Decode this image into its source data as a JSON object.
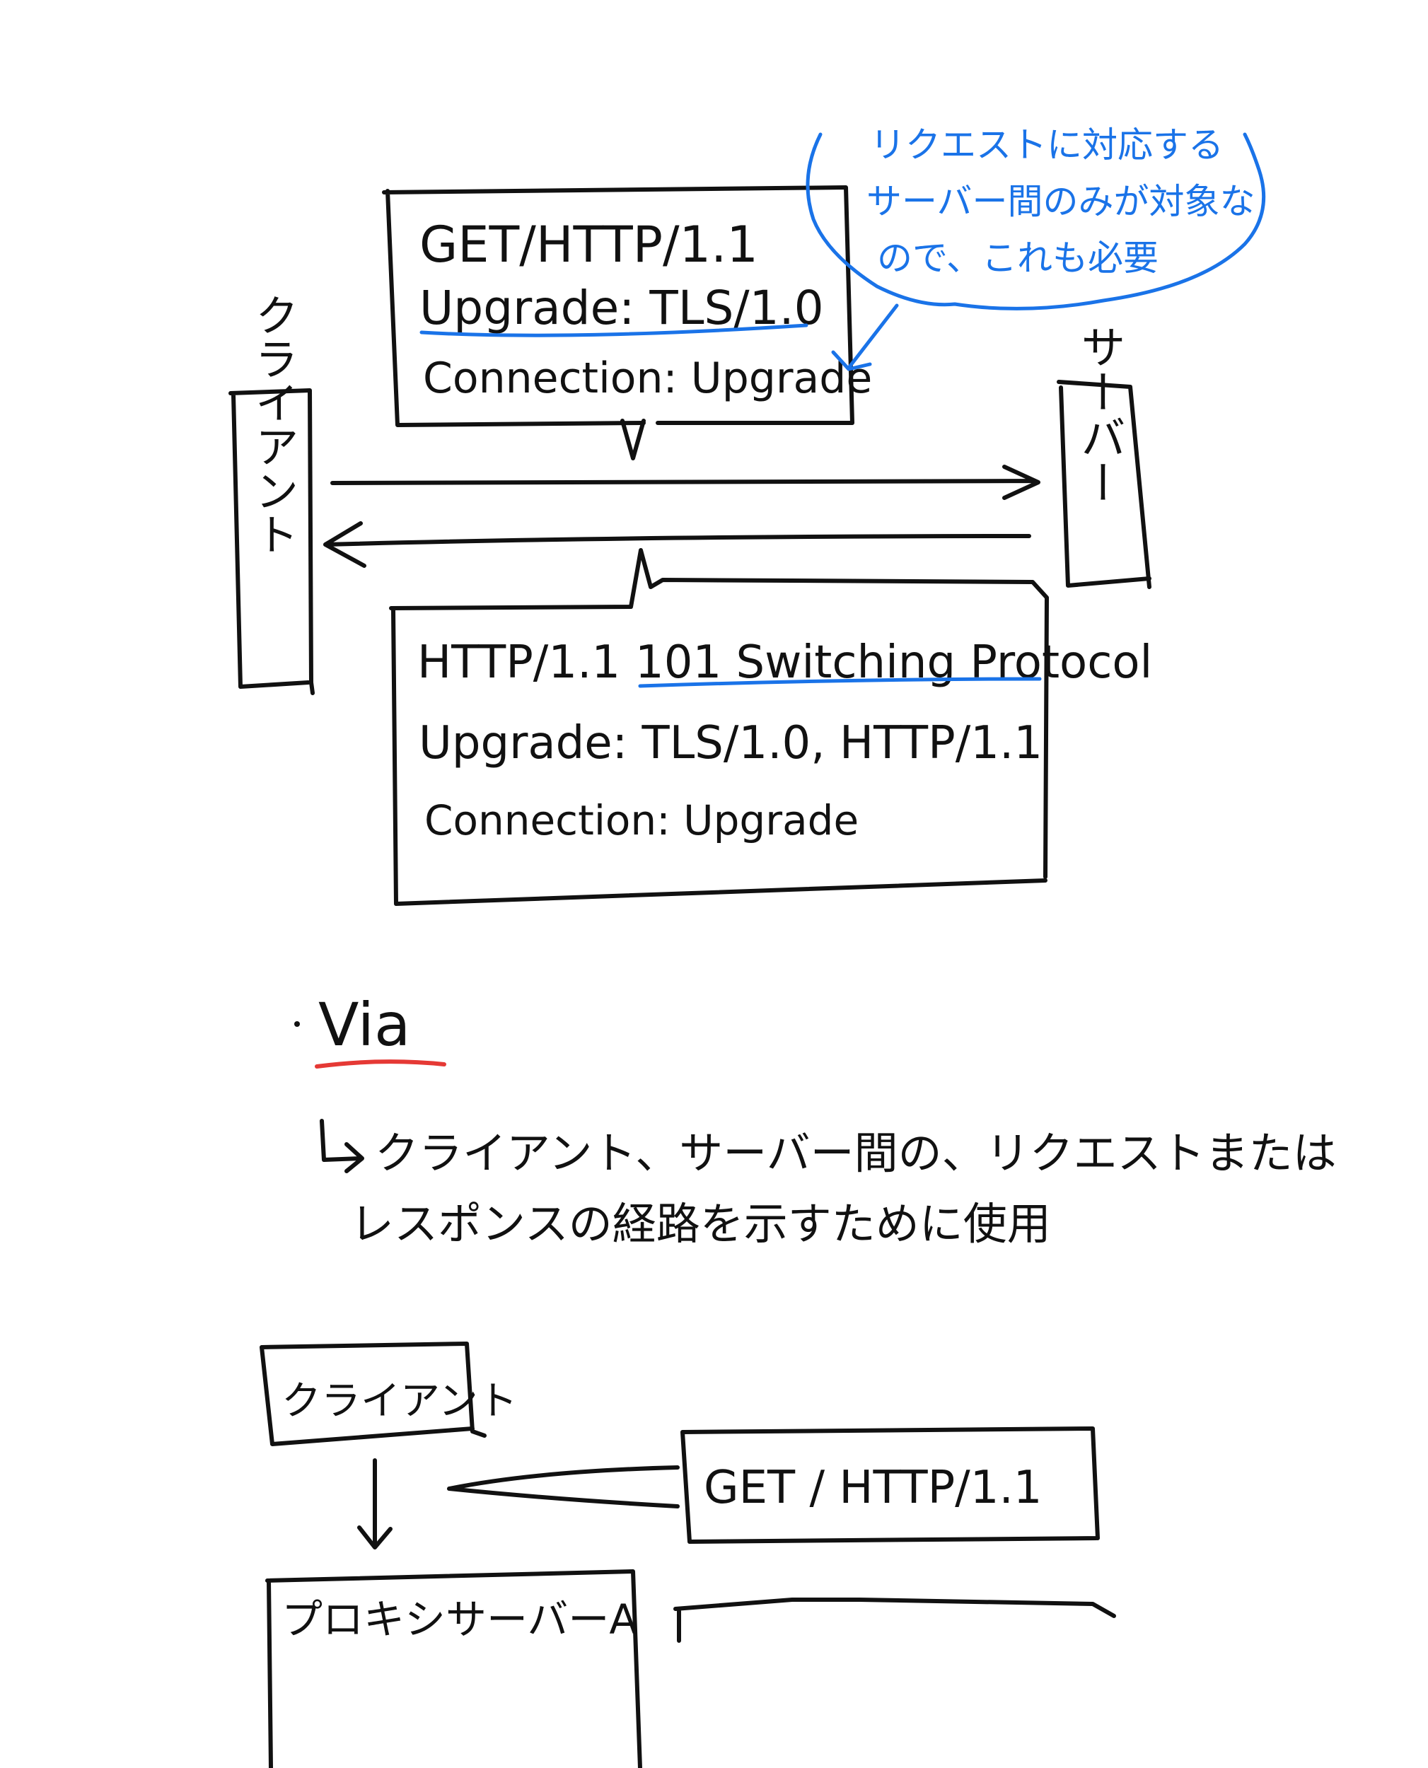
{
  "diagram1": {
    "client_label": "クライアント",
    "server_label": "サーバー",
    "request": {
      "line1": "GET/HTTP/1.1",
      "line2": "Upgrade: TLS/1.0",
      "line3": "Connection: Upgrade"
    },
    "response": {
      "line1_prefix": "HTTP/1.1 ",
      "line1_status": "101 Switching Protocol",
      "line2": "Upgrade: TLS/1.0, HTTP/1.1",
      "line3": "Connection: Upgrade"
    },
    "note": {
      "line1": "リクエストに対応する",
      "line2": "サーバー間のみが対象な",
      "line3": "ので、これも必要"
    }
  },
  "via_section": {
    "heading": "Via",
    "desc_line1": "クライアント、サーバー間の、リクエストまたは",
    "desc_line2": "レスポンスの経路を示すために使用"
  },
  "diagram2": {
    "client_label": "クライアント",
    "request": "GET / HTTP/1.1",
    "proxy_label": "プロキシサーバーA"
  },
  "colors": {
    "ink": "#111111",
    "annotation_blue": "#1a73e8",
    "underline_red": "#e53935"
  }
}
